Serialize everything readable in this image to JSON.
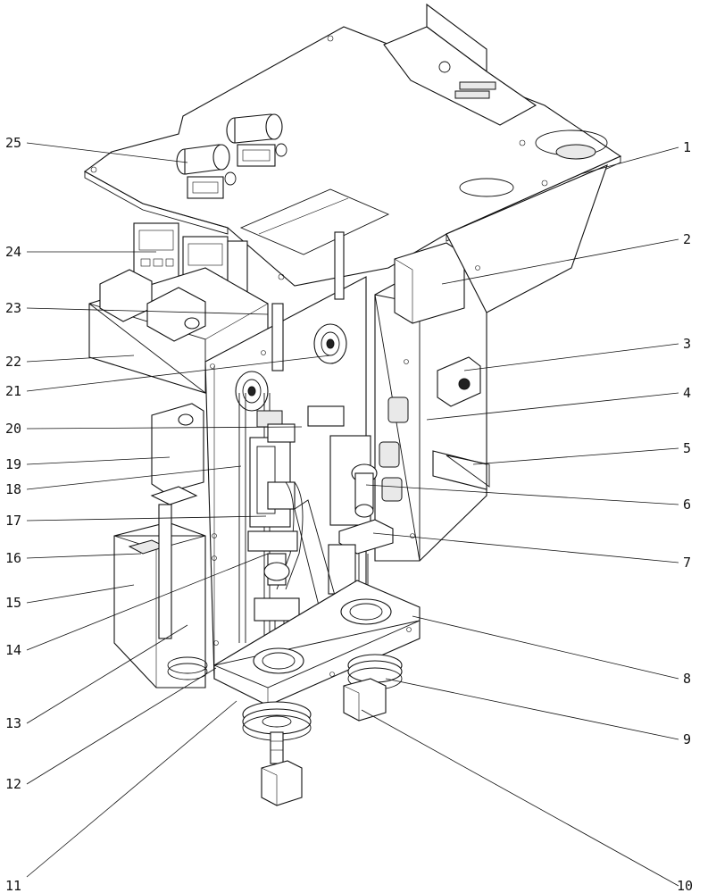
{
  "callouts": [
    {
      "label": "1"
    },
    {
      "label": "2"
    },
    {
      "label": "3"
    },
    {
      "label": "4"
    },
    {
      "label": "5"
    },
    {
      "label": "6"
    },
    {
      "label": "7"
    },
    {
      "label": "8"
    },
    {
      "label": "9"
    },
    {
      "label": "10"
    },
    {
      "label": "11"
    },
    {
      "label": "12"
    },
    {
      "label": "13"
    },
    {
      "label": "14"
    },
    {
      "label": "15"
    },
    {
      "label": "16"
    },
    {
      "label": "17"
    },
    {
      "label": "18"
    },
    {
      "label": "19"
    },
    {
      "label": "20"
    },
    {
      "label": "21"
    },
    {
      "label": "22"
    },
    {
      "label": "23"
    },
    {
      "label": "24"
    },
    {
      "label": "25"
    }
  ]
}
